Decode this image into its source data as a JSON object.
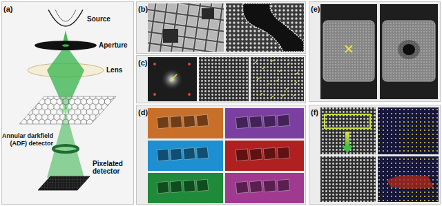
{
  "diagram": {
    "nodes": [
      {
        "text": [
          "(a)"
        ]
      },
      {
        "text": [
          "(b)"
        ]
      },
      {
        "text": [
          "(c)"
        ]
      },
      {
        "text": [
          "(d)"
        ]
      },
      {
        "text": [
          "(e)"
        ]
      },
      {
        "text": [
          "(f)"
        ]
      }
    ],
    "labels": [
      "Source",
      "Aperture",
      "Lens",
      "Annular darkfield (ADF) detector",
      "Pixelated detector"
    ]
  }
}
